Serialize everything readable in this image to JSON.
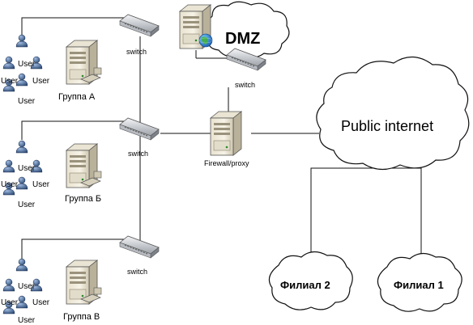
{
  "groups": [
    {
      "label": "Группа А",
      "switch_label": "switch",
      "users": [
        "User",
        "User",
        "User",
        "User",
        "User"
      ]
    },
    {
      "label": "Группа Б",
      "switch_label": "switch",
      "users": [
        "User",
        "User",
        "User",
        "User",
        "User"
      ]
    },
    {
      "label": "Группа В",
      "switch_label": "switch",
      "users": [
        "User",
        "User",
        "User",
        "User",
        "User"
      ]
    }
  ],
  "dmz": {
    "label": "DMZ",
    "switch_label": "switch"
  },
  "firewall": {
    "label": "Firewall/proxy"
  },
  "internet": {
    "label": "Public internet"
  },
  "branches": [
    {
      "label": "Филиал 2"
    },
    {
      "label": "Филиал 1"
    }
  ],
  "colors": {
    "line": "#111111",
    "server_body": "#f1ecdc",
    "user_head": "#4a6f9c",
    "user_body": "#2f4f7a",
    "switch": "#d9dbde"
  }
}
